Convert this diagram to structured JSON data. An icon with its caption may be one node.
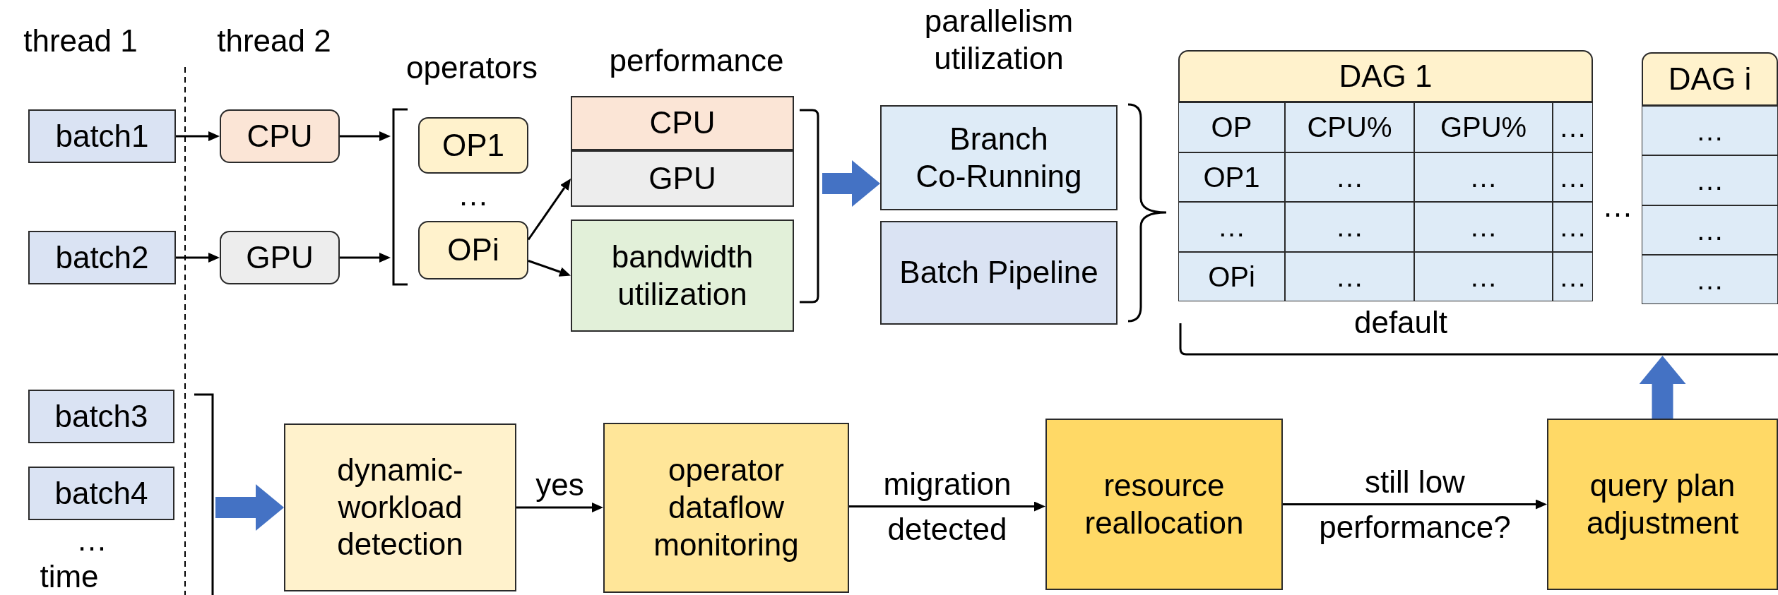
{
  "diagram": {
    "nodes": [
      {
        "text": [
          "batch1"
        ]
      },
      {
        "text": [
          "batch2"
        ]
      },
      {
        "text": [
          "CPU"
        ]
      },
      {
        "text": [
          "GPU"
        ]
      },
      {
        "text": [
          "operators"
        ]
      },
      {
        "text": [
          "OP1"
        ],
        "in": 4
      },
      {
        "text": [
          "OPi"
        ],
        "in": 4
      },
      {
        "text": [
          "performance"
        ]
      },
      {
        "text": [
          "CPU"
        ],
        "in": 7
      },
      {
        "text": [
          "GPU"
        ],
        "in": 7
      },
      {
        "text": [
          "bandwidth utilization"
        ],
        "in": 7
      },
      {
        "text": [
          "parallelism utilization"
        ]
      },
      {
        "text": [
          "Branch Co-Running"
        ],
        "in": 11
      },
      {
        "text": [
          "Batch Pipeline"
        ],
        "in": 11
      },
      {
        "text": [
          "default"
        ]
      },
      {
        "text": [
          "DAG 1"
        ],
        "in": 14
      },
      {
        "text": [
          "DAG i"
        ],
        "in": 14
      },
      {
        "text": [],
        "shape": "bracket"
      },
      {
        "text": [
          "batch3"
        ],
        "in": 17
      },
      {
        "text": [
          "batch4"
        ],
        "in": 17
      },
      {
        "text": [
          "dynamic-workload detection"
        ]
      },
      {
        "text": [
          "operator dataflow monitoring"
        ]
      },
      {
        "text": [
          "resource reallocation"
        ]
      },
      {
        "text": [
          "query plan adjustment"
        ]
      }
    ],
    "edges": [
      {
        "from": 0,
        "to": 2,
        "arrow": "to"
      },
      {
        "from": 1,
        "to": 3,
        "arrow": "to"
      },
      {
        "from": 2,
        "to": 4,
        "arrow": "to"
      },
      {
        "from": 3,
        "to": 4,
        "arrow": "to"
      },
      {
        "from": 6,
        "to": 9,
        "arrow": "to"
      },
      {
        "from": 6,
        "to": 10,
        "arrow": "to"
      },
      {
        "from": 7,
        "to": 11,
        "arrow": "to",
        "style": "thick",
        "color": "#4472c4"
      },
      {
        "from": 17,
        "to": 20,
        "arrow": "to",
        "style": "thick",
        "color": "#4472c4"
      },
      {
        "from": 20,
        "to": 21,
        "arrow": "to",
        "label": "yes"
      },
      {
        "from": 21,
        "to": 22,
        "arrow": "to",
        "label": "migration detected"
      },
      {
        "from": 22,
        "to": 23,
        "arrow": "to",
        "label": "still low performance?"
      },
      {
        "from": 23,
        "to": 14,
        "arrow": "to",
        "style": "thick",
        "color": "#4472c4"
      }
    ],
    "labels": [
      "thread 1",
      "thread 2",
      "…",
      "OP",
      "CPU%",
      "GPU%",
      "…",
      "OP1",
      "…",
      "…",
      "…",
      "…",
      "…",
      "…",
      "…",
      "OPi",
      "…",
      "…",
      "…",
      "…",
      "…",
      "…",
      "…",
      "…",
      "…",
      "time"
    ]
  }
}
